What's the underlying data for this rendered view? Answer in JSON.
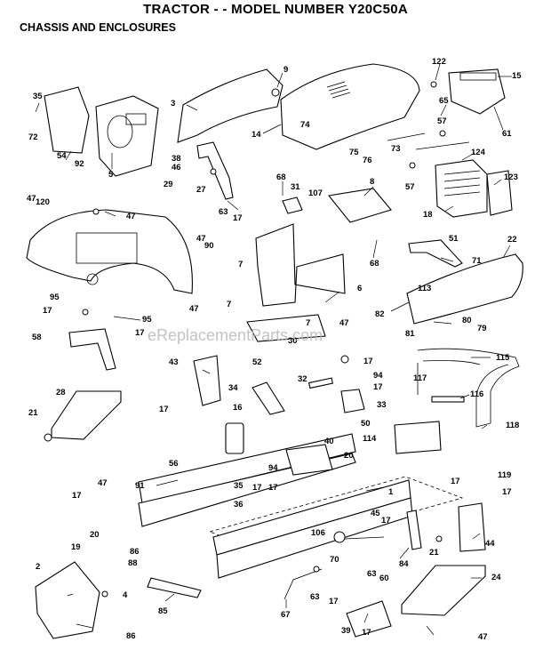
{
  "title": "TRACTOR - - MODEL NUMBER Y20C50A",
  "subtitle": "CHASSIS AND ENCLOSURES",
  "watermark": "eReplacementParts.com",
  "callouts": [
    "35",
    "72",
    "54",
    "92",
    "5",
    "3",
    "9",
    "14",
    "74",
    "75",
    "76",
    "107",
    "122",
    "15",
    "65",
    "57",
    "73",
    "57",
    "61",
    "124",
    "123",
    "18",
    "38",
    "46",
    "29",
    "27",
    "63",
    "17",
    "68",
    "31",
    "8",
    "68",
    "47",
    "120",
    "47",
    "47",
    "90",
    "7",
    "7",
    "6",
    "7",
    "47",
    "30",
    "51",
    "71",
    "22",
    "113",
    "82",
    "80",
    "81",
    "79",
    "95",
    "17",
    "95",
    "17",
    "58",
    "47",
    "43",
    "52",
    "34",
    "32",
    "17",
    "94",
    "17",
    "33",
    "115",
    "117",
    "116",
    "118",
    "28",
    "21",
    "17",
    "16",
    "56",
    "40",
    "50",
    "114",
    "20",
    "94",
    "17",
    "119",
    "17",
    "47",
    "17",
    "91",
    "35",
    "17",
    "36",
    "1",
    "17",
    "44",
    "19",
    "20",
    "45",
    "17",
    "106",
    "70",
    "21",
    "84",
    "63",
    "60",
    "86",
    "88",
    "2",
    "4",
    "85",
    "67",
    "63",
    "17",
    "24",
    "39",
    "17",
    "47",
    "86"
  ]
}
